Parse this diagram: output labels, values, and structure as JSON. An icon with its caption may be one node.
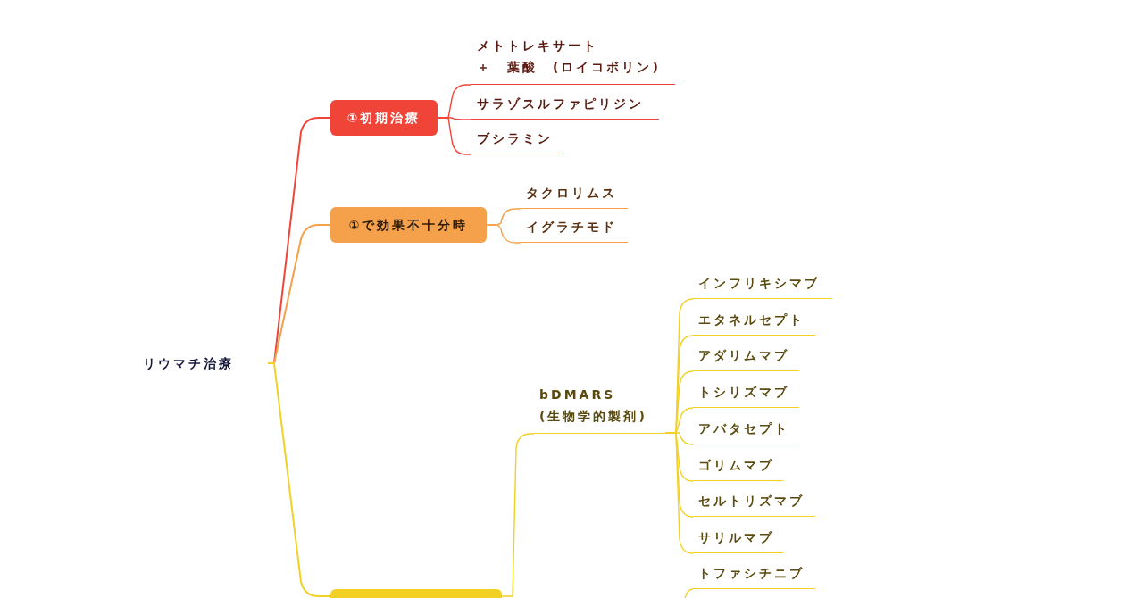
{
  "diagram": {
    "nodes": [
      {
        "text": [
          "リウマチ治療"
        ]
      },
      {
        "text": [
          "①初期治療"
        ]
      },
      {
        "text": [
          "メトトレキサート＋　葉酸　(ロイコボリン)"
        ]
      },
      {
        "text": [
          "サラゾスルファピリジン"
        ]
      },
      {
        "text": [
          "ブシラミン"
        ]
      },
      {
        "text": [
          "①で効果不十分時"
        ]
      },
      {
        "text": [
          "タクロリムス"
        ]
      },
      {
        "text": [
          "イグラチモド"
        ]
      },
      {
        "text": [],
        "shape": "box"
      },
      {
        "text": [
          "bDMARS (生物学的製剤)"
        ]
      },
      {
        "text": [
          "インフリキシマブ"
        ]
      },
      {
        "text": [
          "エタネルセプト"
        ]
      },
      {
        "text": [
          "アダリムマブ"
        ]
      },
      {
        "text": [
          "トシリズマブ"
        ]
      },
      {
        "text": [
          "アバタセプト"
        ]
      },
      {
        "text": [
          "ゴリムマブ"
        ]
      },
      {
        "text": [
          "セルトリズマブ"
        ]
      },
      {
        "text": [
          "サリルマブ"
        ]
      },
      {
        "text": [
          "トファシチニブ"
        ]
      }
    ],
    "edges": [
      {
        "from": 0,
        "to": 1,
        "arrow": "none",
        "color": "#f04438"
      },
      {
        "from": 1,
        "to": 2,
        "arrow": "none",
        "color": "#f04438"
      },
      {
        "from": 1,
        "to": 3,
        "arrow": "none",
        "color": "#f04438"
      },
      {
        "from": 1,
        "to": 4,
        "arrow": "none",
        "color": "#f04438"
      },
      {
        "from": 0,
        "to": 5,
        "arrow": "none",
        "color": "#f5a04a"
      },
      {
        "from": 5,
        "to": 6,
        "arrow": "none",
        "color": "#f5a04a"
      },
      {
        "from": 5,
        "to": 7,
        "arrow": "none",
        "color": "#f5a04a"
      },
      {
        "from": 0,
        "to": 8,
        "arrow": "none"
      },
      {
        "from": 8,
        "to": 9,
        "arrow": "none"
      },
      {
        "from": 9,
        "to": 10,
        "arrow": "none"
      },
      {
        "from": 9,
        "to": 11,
        "arrow": "none"
      },
      {
        "from": 9,
        "to": 12,
        "arrow": "none"
      },
      {
        "from": 9,
        "to": 13,
        "arrow": "none"
      },
      {
        "from": 9,
        "to": 14,
        "arrow": "none"
      },
      {
        "from": 9,
        "to": 15,
        "arrow": "none"
      },
      {
        "from": 9,
        "to": 16,
        "arrow": "none"
      },
      {
        "from": 9,
        "to": 17,
        "arrow": "none"
      },
      {
        "from": null,
        "to": 18,
        "arrow": "none"
      }
    ]
  }
}
